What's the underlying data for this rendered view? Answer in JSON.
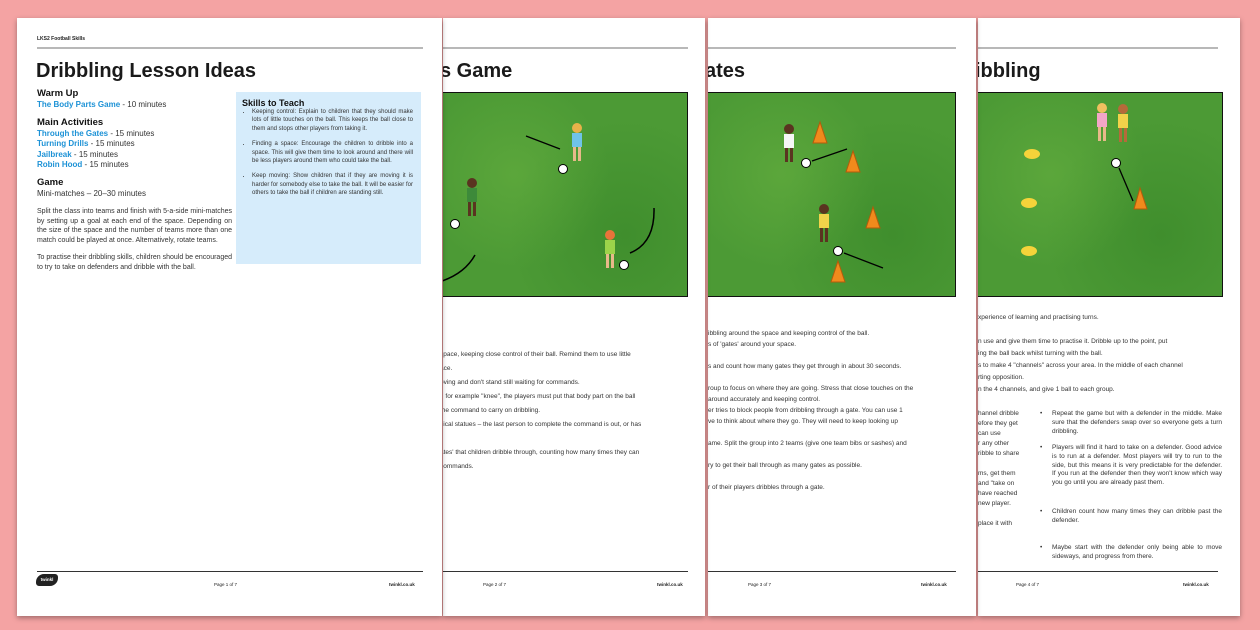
{
  "background_color": "#f4a3a3",
  "accent_color": "#1d92d6",
  "page1": {
    "header": "LKS2 Football Skills",
    "title": "Dribbling Lesson Ideas",
    "warmup": {
      "heading": "Warm Up",
      "link": "The Body Parts Game",
      "time": " - 10 minutes"
    },
    "main": {
      "heading": "Main Activities",
      "items": [
        {
          "link": "Through the Gates",
          "time": " - 15 minutes"
        },
        {
          "link": "Turning Drills",
          "time": " - 15 minutes"
        },
        {
          "link": "Jailbreak",
          "time": " - 15 minutes"
        },
        {
          "link": "Robin Hood",
          "time": " - 15 minutes"
        }
      ]
    },
    "game": {
      "heading": "Game",
      "text": "Mini-matches – 20–30 minutes"
    },
    "para1": "Split the class into teams and finish with 5-a-side mini-matches by setting up a goal at each end of the space. Depending on the size of the space and the number of teams more than one match could be played at once. Alternatively, rotate teams.",
    "para2": "To practise their dribbling skills, children should be encouraged to try to take on defenders and dribble with the ball.",
    "skills": {
      "heading": "Skills to Teach",
      "items": [
        "Keeping control: Explain to children that they should make lots of little touches on the ball. This keeps the ball close to them and stops other players from taking it.",
        "Finding a space: Encourage the children to dribble into a space. This will give them time to look around and there will be less players around them who could take the ball.",
        "Keep moving: Show children that if they are moving it is harder for somebody else to take the ball. It will be easier for others to take the ball if children are standing still."
      ]
    },
    "footer": {
      "logo": "twinkl",
      "page": "Page 1 of 7",
      "url": "twinkl.co.uk"
    }
  },
  "page2": {
    "title": "s Game",
    "lines": [
      "space, keeping close control of their ball. Remind them to use little",
      "ace.",
      "oving and don't stand still waiting for commands.",
      "t, for example \"knee\", the players must put that body part on the ball",
      "the command to carry on dribbling.",
      "sical statues – the last person to complete the command is out, or has",
      "",
      "ates' that children dribble through, counting how many times they can",
      "commands."
    ],
    "footer": {
      "page": "Page 2 of 7",
      "url": "twinkl.co.uk"
    }
  },
  "page3": {
    "title": "ates",
    "lines": [
      "ibbling around the space and keeping control of the ball.",
      "s of 'gates' around your space.",
      "",
      "s and count how many gates they get through in about 30 seconds.",
      "",
      "roup to focus on where they are going. Stress that close touches on the",
      "around accurately and keeping control.",
      "er tries to block people from dribbling through a gate. You can use 1",
      "ve to think about where they go. They will need to keep looking up",
      "",
      "ame. Split the group into 2 teams (give one team bibs or sashes) and",
      "",
      "ry to get their ball through as many gates as possible.",
      "",
      "r of their players dribbles through a gate."
    ],
    "footer": {
      "page": "Page 3 of 7",
      "url": "twinkl.co.uk"
    }
  },
  "page4": {
    "title": "ibbling",
    "lines": [
      "xperience of learning and practising turns.",
      "",
      "n use and give them time to practise it. Dribble up to the point, put",
      "ing the ball back whilst turning with the ball.",
      "s to make 4 \"channels\" across your area. In the middle of each channel",
      "rting opposition.",
      "n the 4 channels, and give 1 ball to each group."
    ],
    "left_frag": [
      "hannel dribble",
      "efore they get",
      "can use",
      "r any other",
      "ribble to share",
      "",
      "ms, get them",
      "and \"take on",
      "have reached",
      "new player.",
      "",
      "place it with"
    ],
    "bullets": [
      "Repeat the game but with a defender in the middle. Make sure that the defenders swap over so everyone gets a turn dribbling.",
      "Players will find it hard to take on a defender. Good advice is to run at a defender. Most players will try to run to the side, but this means it is very predictable for the defender. If you run at the defender then they won't know which way you go until you are already past them.",
      "Children count how many times they can dribble past the defender.",
      "Maybe start with the defender only being able to move sideways, and progress from there."
    ],
    "footer": {
      "page": "Page 4 of 7",
      "url": "twinkl.co.uk"
    }
  }
}
